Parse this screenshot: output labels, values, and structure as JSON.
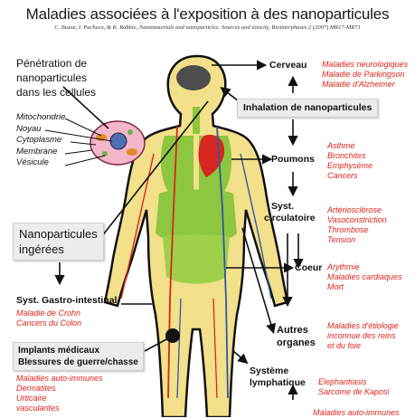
{
  "title": "Maladies associées à l'exposition à des nanoparticules",
  "reference": "C. Buzea, I. Pacheco, & K. Robbie, Nanomaterials and nanoparticles: Sources and toxicity, Biointerphases 2 (2007) MR17-MR71",
  "cell_panel": {
    "heading": "Pénétration de nanoparticules dans les cellules",
    "heading_lines": [
      "Pénétration de",
      "nanoparticules",
      "dans les cellules"
    ],
    "parts": [
      "Mitochondrie",
      "Noyau",
      "Cytoplasme",
      "Membrane",
      "Vésicule"
    ]
  },
  "inhalation": "Inhalation de nanoparticules",
  "ingestion_lines": [
    "Nanoparticules",
    "ingérées"
  ],
  "gastro": {
    "label": "Syst. Gastro-intestinal",
    "diseases": [
      "Maladie de Crohn",
      "Cancers du Colon"
    ]
  },
  "implants": {
    "lines": [
      "Implants médicaux",
      "Blessures de guerre/chasse"
    ],
    "diseases": [
      "Maladies auto-immunes",
      "Dermatites",
      "Urticaire",
      "vascularites"
    ]
  },
  "organs": [
    {
      "name_lines": [
        "Cerveau"
      ],
      "diseases": [
        "Maladies neurologiques",
        "Maladie de Parkingson",
        "Maladie d'Alzheimer"
      ]
    },
    {
      "name_lines": [
        "Poumons"
      ],
      "diseases": [
        "Asthme",
        "Bronchites",
        "Emphysème",
        "Cancers"
      ]
    },
    {
      "name_lines": [
        "Syst.",
        "circulatoire"
      ],
      "diseases": [
        "Artériosclérose",
        "Vasoconstriction",
        "Thrombose",
        "Tension"
      ]
    },
    {
      "name_lines": [
        "Coeur"
      ],
      "diseases": [
        "Arythmie",
        "Maladies cardiaques",
        "Mort"
      ]
    },
    {
      "name_lines": [
        "Autres",
        "organes"
      ],
      "diseases": [
        "Maladies d'étiologie",
        "inconnue des reins",
        "et du foie"
      ]
    },
    {
      "name_lines": [
        "Système",
        "lymphatique"
      ],
      "diseases": [
        "Elephantiasis",
        "Sarcome de Kaposi"
      ]
    }
  ],
  "bottom_partial": "Maladies auto-immunes",
  "colors": {
    "disease_text": "#e2231a",
    "body_fill": "#f2e08a",
    "organ_green": "#8dc63f",
    "heart_red": "#d7261e",
    "vessel_blue": "#2b5aa8"
  }
}
